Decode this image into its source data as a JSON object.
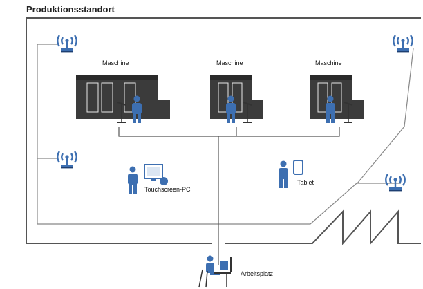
{
  "title": "Produktionsstandort",
  "machines": [
    {
      "label": "Maschine"
    },
    {
      "label": "Maschine"
    },
    {
      "label": "Maschine"
    }
  ],
  "devices": {
    "touch_pc": "Touchscreen-PC",
    "tablet": "Tablet",
    "workplace": "Arbeitsplatz"
  },
  "colors": {
    "accent": "#3d6fb1",
    "machine": "#3b3b3b",
    "wall": "#555555",
    "line": "#888888"
  },
  "icons": [
    "wifi-router-icon",
    "person-icon",
    "monitor-icon",
    "tablet-icon",
    "workstation-icon",
    "machine-icon"
  ]
}
